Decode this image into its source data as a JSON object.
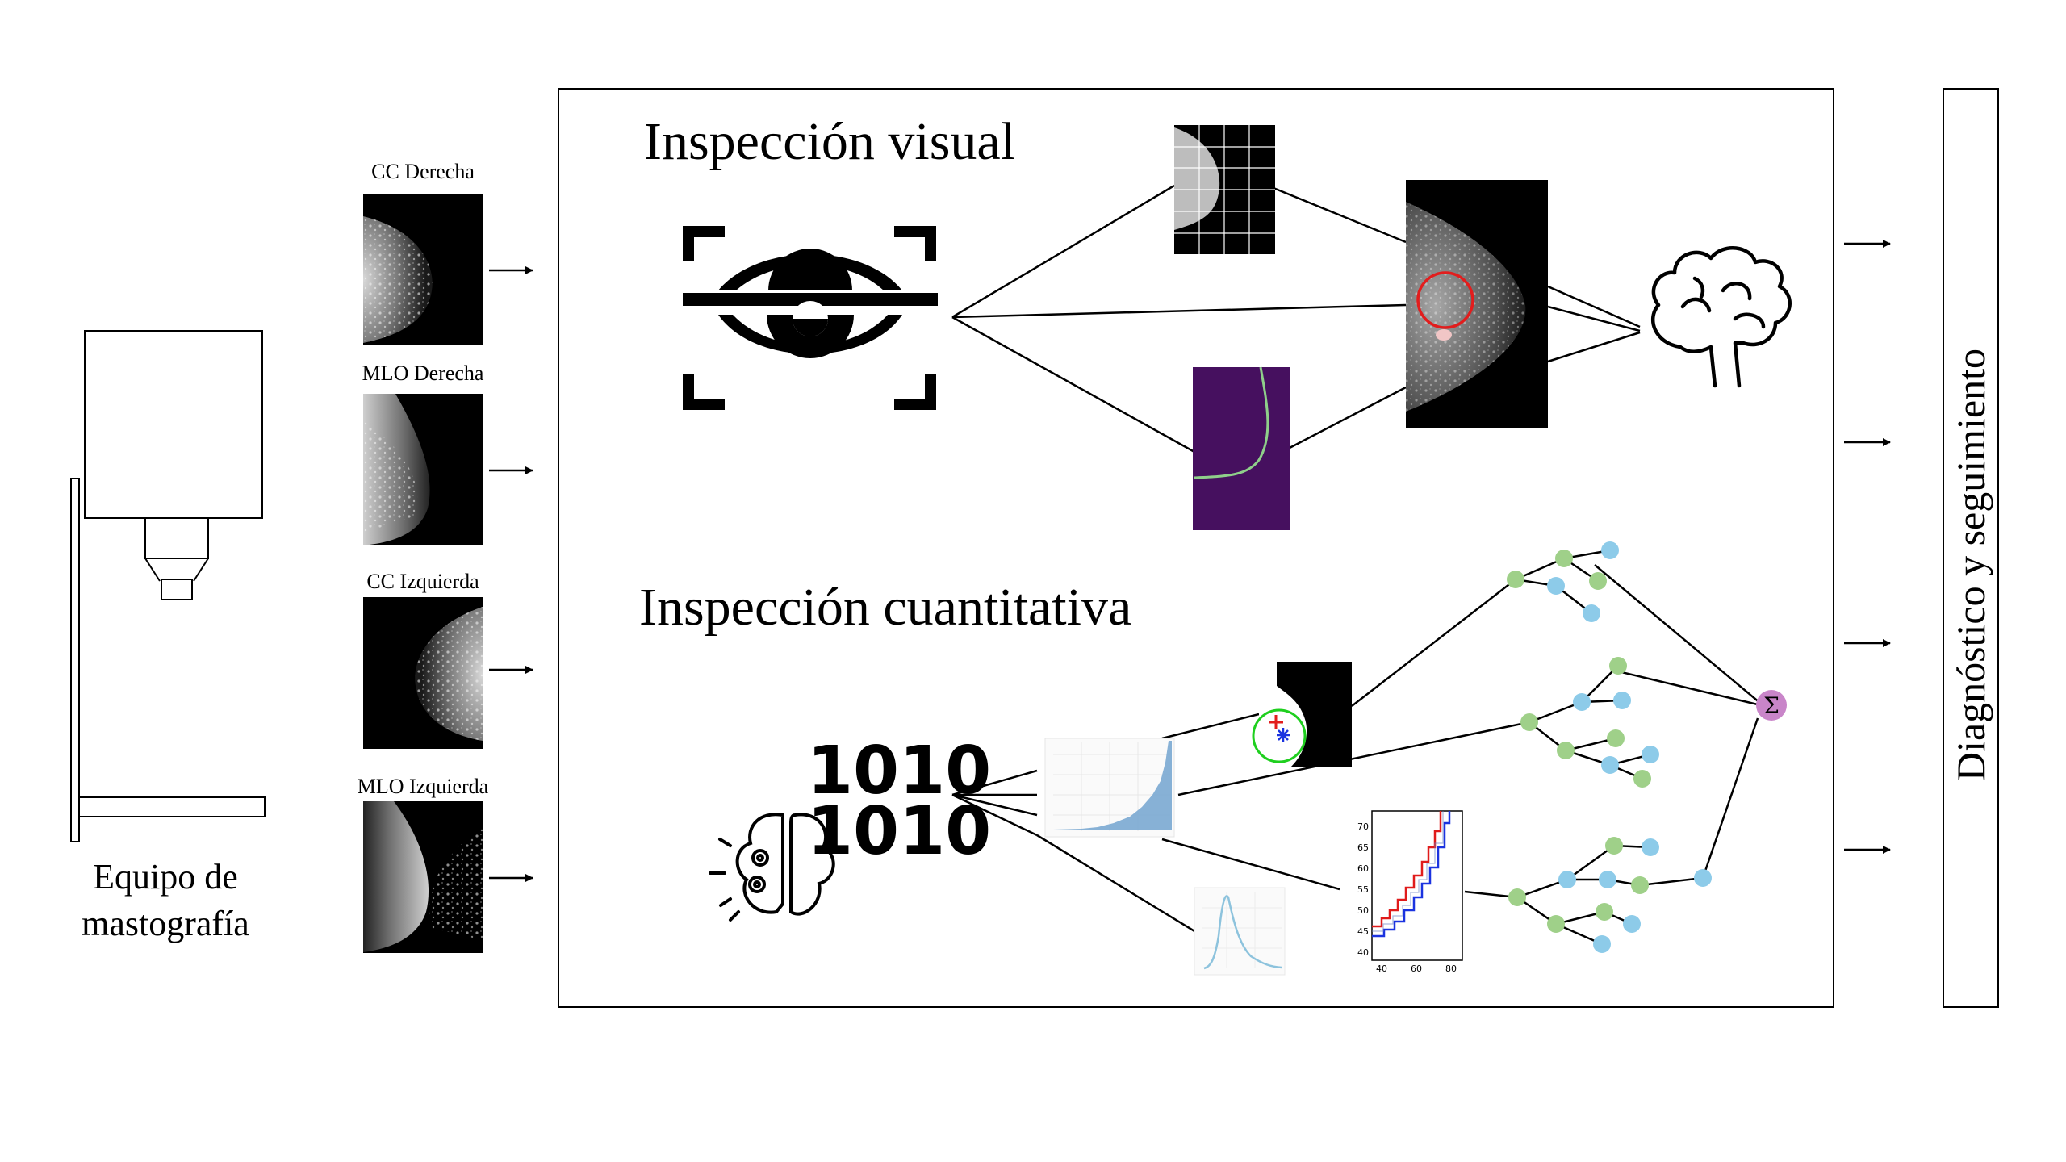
{
  "device": {
    "label_line1": "Equipo de",
    "label_line2": "mastografía"
  },
  "views": [
    {
      "label": "CC Derecha"
    },
    {
      "label": "MLO Derecha"
    },
    {
      "label": "CC Izquierda"
    },
    {
      "label": "MLO Izquierda"
    }
  ],
  "panel": {
    "visual_title": "Inspección visual",
    "quant_title": "Inspección cuantitativa"
  },
  "binary": {
    "line1": "1010",
    "line2": "1010"
  },
  "charts": {
    "survival_yticks": [
      "70",
      "65",
      "60",
      "55",
      "50",
      "45",
      "40"
    ],
    "survival_xticks": [
      "40",
      "60",
      "80"
    ]
  },
  "ensemble_symbol": "Σ",
  "output": {
    "label": "Diagnóstico y seguimiento"
  },
  "colors": {
    "line": "#000000",
    "node_green": "#9fd089",
    "node_blue": "#8dcbe9",
    "sum_node": "#c985c9",
    "segmentation_bg": "#46105f",
    "segmentation_line": "#8fcf8a",
    "annotation_circle": "#e21d1d",
    "histogram_bar": "#7aa9d2",
    "survival_red": "#e01b1b",
    "survival_blue": "#1b33e0"
  },
  "icons": [
    "mammography-device-icon",
    "eye-scan-icon",
    "brain-icon",
    "binary-code-icon",
    "brain-gears-icon",
    "sum-icon"
  ]
}
